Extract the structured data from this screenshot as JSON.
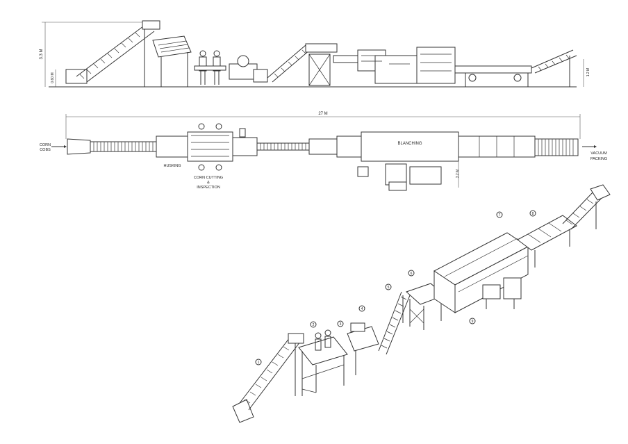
{
  "elevation": {
    "height_overall": "3.3 M",
    "height_low": "0.60 M",
    "height_right": "1.2 M"
  },
  "plan": {
    "length": "27 M",
    "width": "3.2 M",
    "input_label_1": "CORN",
    "input_label_2": "COBS",
    "output_label_1": "VACUUM",
    "output_label_2": "PACKING",
    "husking": "HUSKING",
    "cutting_1": "CORN CUTTING",
    "cutting_2": "&",
    "cutting_3": "INSPECTION",
    "blanching": "BLANCHING"
  },
  "isometric": {
    "markers": [
      "1",
      "2",
      "3",
      "4",
      "5",
      "6",
      "7",
      "8",
      "9"
    ]
  },
  "colors": {
    "line": "#333333",
    "background": "#ffffff"
  }
}
